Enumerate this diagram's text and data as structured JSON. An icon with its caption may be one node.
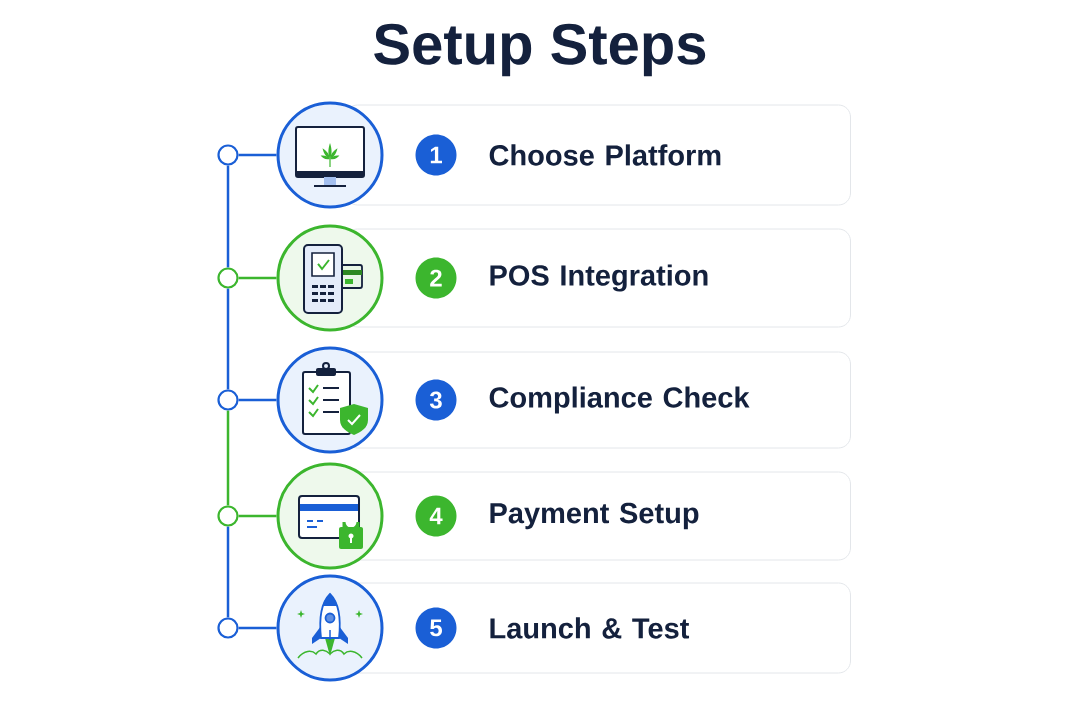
{
  "diagram": {
    "title": "Setup Steps",
    "nodes": [
      {
        "text": [],
        "shape": "circle"
      },
      {
        "text": [],
        "shape": "circle"
      },
      {
        "text": [
          "Choose Platform"
        ]
      },
      {
        "text": [
          "1"
        ],
        "in": 2
      },
      {
        "text": [],
        "shape": "circle"
      },
      {
        "text": [],
        "shape": "circle"
      },
      {
        "text": [
          "POS Integration"
        ]
      },
      {
        "text": [
          "2"
        ],
        "in": 6
      },
      {
        "text": [],
        "shape": "circle"
      },
      {
        "text": [],
        "shape": "circle"
      },
      {
        "text": [
          "Compliance Check"
        ]
      },
      {
        "text": [
          "3"
        ],
        "in": 10
      },
      {
        "text": [],
        "shape": "circle"
      },
      {
        "text": [],
        "shape": "circle"
      },
      {
        "text": [
          "Payment Setup"
        ]
      },
      {
        "text": [
          "4"
        ],
        "in": 14
      },
      {
        "text": [],
        "shape": "circle"
      },
      {
        "text": [],
        "shape": "circle"
      },
      {
        "text": [
          "Launch & Test"
        ]
      },
      {
        "text": [
          "5"
        ],
        "in": 18
      }
    ],
    "edges": [
      {
        "from": 0,
        "to": 1,
        "arrow": "none"
      },
      {
        "from": 4,
        "to": 5,
        "arrow": "none",
        "color": "#3cb62e"
      },
      {
        "from": 8,
        "to": 9,
        "arrow": "none"
      },
      {
        "from": 12,
        "to": 13,
        "arrow": "none",
        "color": "#3cb62e"
      },
      {
        "from": 16,
        "to": 17,
        "arrow": "none"
      },
      {
        "from": 0,
        "to": 4,
        "arrow": "none"
      },
      {
        "from": 4,
        "to": 8,
        "arrow": "none"
      },
      {
        "from": 8,
        "to": 12,
        "arrow": "none",
        "color": "#3cb62e"
      },
      {
        "from": 12,
        "to": 16,
        "arrow": "none"
      }
    ]
  }
}
